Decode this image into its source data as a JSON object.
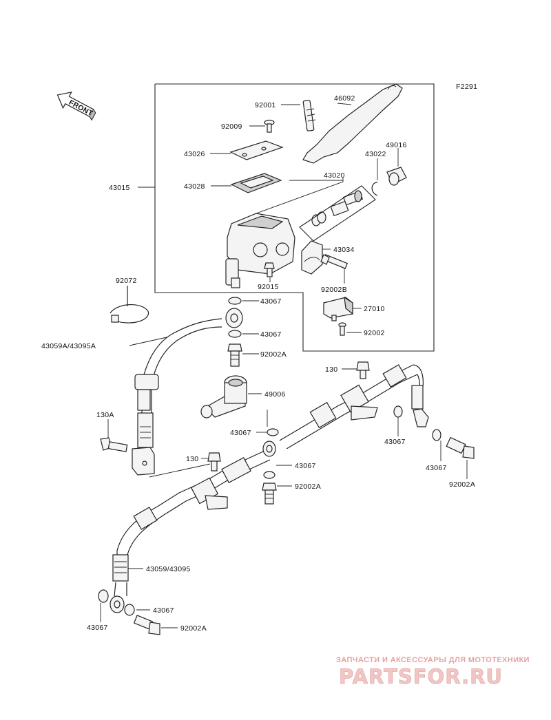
{
  "figure_code": "F2291",
  "front_arrow": {
    "label": "FRONT",
    "icon": "front-direction-arrow-icon"
  },
  "labels": {
    "p92001": "92001",
    "p46092": "46092",
    "p92009": "92009",
    "p49016": "49016",
    "p43026": "43026",
    "p43022": "43022",
    "p43015": "43015",
    "p43028": "43028",
    "p43020": "43020",
    "p43034": "43034",
    "p92072": "92072",
    "p92015": "92015",
    "p92002B": "92002B",
    "p43067_a": "43067",
    "p27010": "27010",
    "p43059A": "43059A/43095A",
    "p43067_b": "43067",
    "p92002_a": "92002",
    "p92002A_a": "92002A",
    "p130_a": "130",
    "p49006": "49006",
    "p130A": "130A",
    "p43067_c": "43067",
    "p43067_d": "43067",
    "p130_b": "130",
    "p43067_e": "43067",
    "p43067_f": "43067",
    "p92002A_b": "92002A",
    "p92002A_c": "92002A",
    "p43059": "43059/43095",
    "p43067_g": "43067",
    "p43067_h": "43067",
    "p92002A_d": "92002A"
  },
  "watermark": {
    "caption": "ЗАПЧАСТИ И АКСЕССУАРЫ ДЛЯ МОТОТЕХНИКИ",
    "logo": "PARTSFOR.RU",
    "color": "#e8a6a6"
  }
}
